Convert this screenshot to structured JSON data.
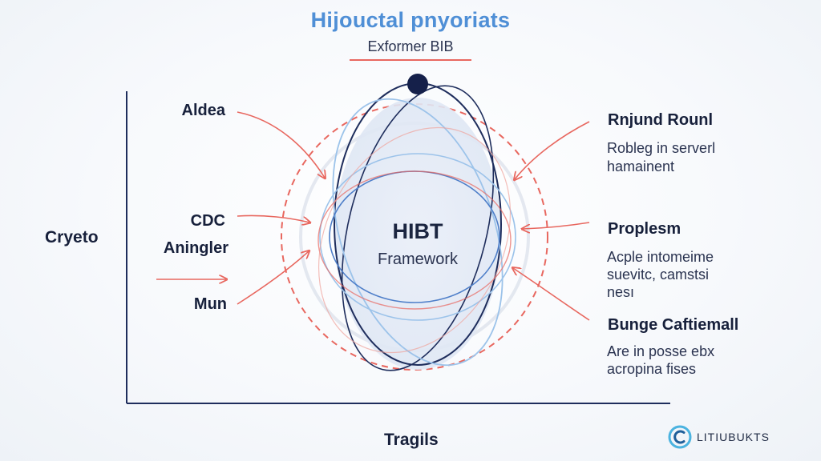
{
  "title": "Hijouctal pnyoriats",
  "subtitle": "Exformer BIB",
  "center": {
    "title": "HIBT",
    "subtitle": "Framework"
  },
  "left_labels": [
    "Aldea",
    "CDC",
    "Aningler",
    "Mun"
  ],
  "y_axis_label": "Cryeto",
  "x_axis_label": "Tragils",
  "right_items": [
    {
      "label": "Rnjund Rounl",
      "desc": [
        "Robleg in serverl",
        "hamainent"
      ]
    },
    {
      "label": "Proplesm",
      "desc": [
        "Acple intomeime",
        "suevitc, camstsi",
        "nesı"
      ]
    },
    {
      "label": "Bunge Caftiemall",
      "desc": [
        "Are in posse ebx",
        "acropina fises"
      ]
    }
  ],
  "brand": {
    "text": "LITIUBUKTS",
    "icon": "brand-c-logo-icon"
  },
  "colors": {
    "accent_red": "#e8675f",
    "navy": "#1e2d5c",
    "light_blue": "#9cc3ea",
    "mid_blue": "#4f7fc9",
    "title_blue": "#4f8fd6"
  }
}
